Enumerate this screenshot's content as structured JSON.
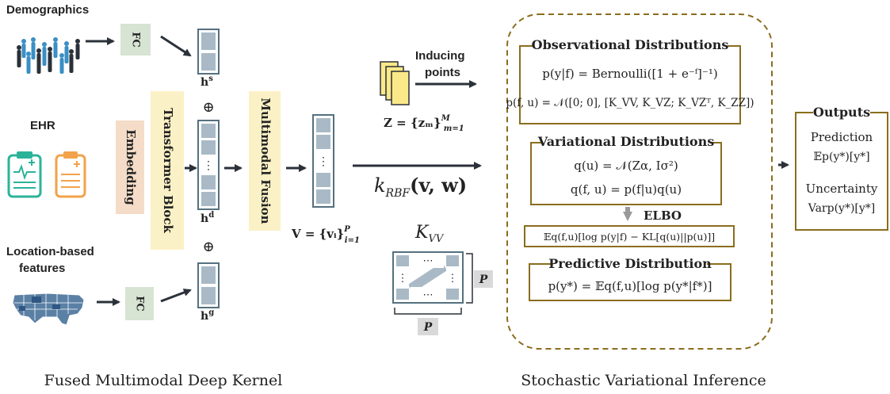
{
  "colors": {
    "dark_arrow": "#2b3139",
    "fc_fill": "#d7e3d3",
    "embed_fill": "#f4dcc8",
    "block_fill": "#fbf1c6",
    "vec_border": "#55707f",
    "vec_cell": "#a9bac6",
    "svi_border": "#8a6d1e",
    "map_blue": "#5b80a5",
    "people_blue": "#3a8fc4",
    "ehr_green": "#2bb39a",
    "ehr_orange": "#f2a24a",
    "inducing_fill": "#fbe989",
    "p_badge": "#d9d9d9"
  },
  "inputs": {
    "demographics": "Demographics",
    "ehr": "EHR",
    "location_1": "Location-based",
    "location_2": "features",
    "fc_top": "FC",
    "fc_bottom": "FC"
  },
  "deep_kernel": {
    "embedding": "Embedding",
    "transformer": "Transformer Block",
    "fusion": "Multimodal Fusion",
    "hs": "h",
    "hs_sup": "s",
    "hd": "h",
    "hd_sup": "d",
    "hg": "h",
    "hg_sup": "g",
    "oplus": "⊕",
    "vdots": "⋮",
    "v_label": "V = {vᵢ}",
    "v_sup": "P",
    "v_sub": "i=1",
    "caption": "Fused Multimodal Deep Kernel"
  },
  "kernel": {
    "inducing_1": "Inducing",
    "inducing_2": "points",
    "z_label": "Z = {zₘ}",
    "z_sup": "M",
    "z_sub": "m=1",
    "k_rbf": "k",
    "k_rbf_sub": "RBF",
    "k_rbf_args": "(v, w)",
    "kvv": "K",
    "kvv_sub": "VV",
    "cdots": "⋯",
    "vdots": "⋮",
    "p_right": "P",
    "p_bottom": "P"
  },
  "svi": {
    "obs_title": "Observational Distributions",
    "obs_eq1": "p(y|f) = Bernoulli([1 + e⁻ᶠ]⁻¹)",
    "obs_eq2": "p(f, u) = 𝒩([0; 0], [K_VV, K_VZ; K_VZᵀ, K_ZZ])",
    "var_title": "Variational Distributions",
    "var_eq1": "q(u) = 𝒩(Zα, Iσ²)",
    "var_eq2": "q(f, u) = p(f|u)q(u)",
    "elbo_label": "ELBO",
    "elbo_eq": "𝔼q(f,u)[log p(y|f) − KL[q(u)||p(u)]]",
    "pred_title": "Predictive Distribution",
    "pred_eq": "p(y*) = 𝔼q(f,u)[log p(y*|f*)]",
    "caption": "Stochastic Variational Inference"
  },
  "outputs": {
    "title": "Outputs",
    "prediction": "Prediction",
    "prediction_eq": "𝔼p(y*)[y*]",
    "uncertainty": "Uncertainty",
    "uncertainty_eq": "Varp(y*)[y*]"
  }
}
